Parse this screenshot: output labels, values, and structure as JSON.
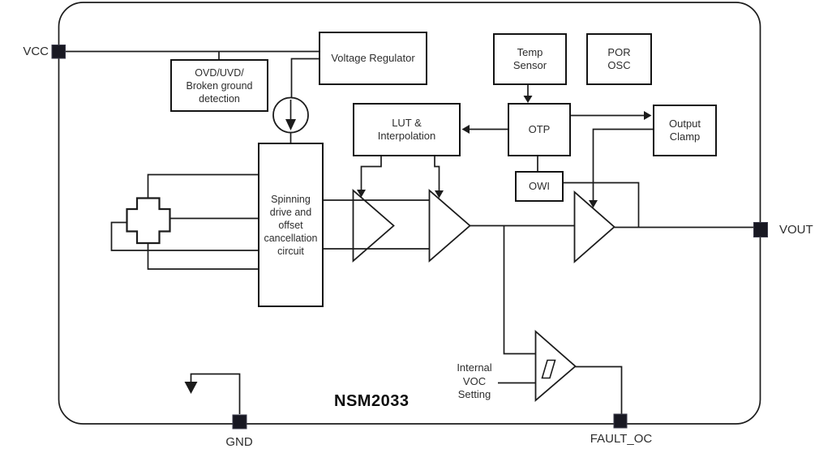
{
  "colors": {
    "wire": "#1c1c1c",
    "box_border": "#141414",
    "box_bg": "#ffffff",
    "pin": "#181822",
    "label": "#2d2d2d",
    "part": "#0d0d0d",
    "page": "#ffffff"
  },
  "part_number": "NSM2033",
  "pins": {
    "vcc": "VCC",
    "vout": "VOUT",
    "gnd": "GND",
    "fault_oc": "FAULT_OC"
  },
  "blocks": {
    "voltage_regulator": {
      "lines": [
        "Voltage Regulator"
      ]
    },
    "ovd_uvd": {
      "lines": [
        "OVD/UVD/",
        "Broken ground",
        "detection"
      ]
    },
    "temp_sensor": {
      "lines": [
        "Temp",
        "Sensor"
      ]
    },
    "por_osc": {
      "lines": [
        "POR",
        "OSC"
      ]
    },
    "lut_interpolation": {
      "lines": [
        "LUT &",
        "Interpolation"
      ]
    },
    "otp": {
      "lines": [
        "OTP"
      ]
    },
    "owi": {
      "lines": [
        "OWI"
      ]
    },
    "output_clamp": {
      "lines": [
        "Output",
        "Clamp"
      ]
    },
    "spinning_drive": {
      "lines": [
        "Spinning",
        "drive and",
        "offset",
        "cancellation",
        "circuit"
      ]
    }
  },
  "annotations": {
    "internal_voc": {
      "lines": [
        "Internal",
        "VOC",
        "Setting"
      ]
    }
  }
}
